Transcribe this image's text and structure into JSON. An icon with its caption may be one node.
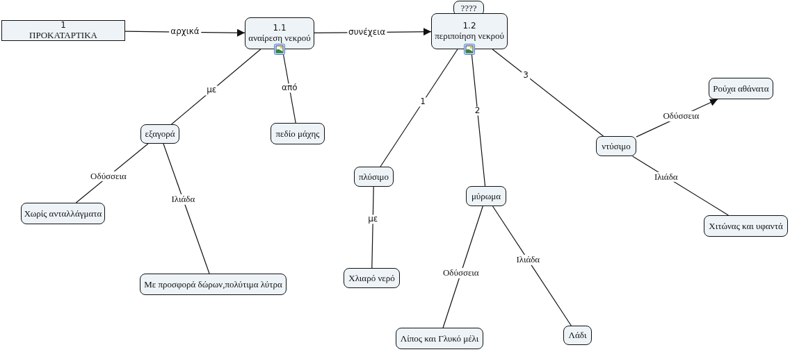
{
  "diagram": {
    "nodes": [
      {
        "text": [
          "1",
          "ΠΡΟΚΑΤΑΡΤΙΚΑ"
        ]
      },
      {
        "text": [
          "1.1",
          "αναίρεση νεκρού"
        ]
      },
      {
        "text": [
          "????"
        ]
      },
      {
        "text": [
          "1.2",
          "περιποίηση νεκρού"
        ]
      },
      {
        "text": [
          "εξαγορά"
        ]
      },
      {
        "text": [
          "πεδίο μάχης"
        ]
      },
      {
        "text": [
          "Χωρίς ανταλλάγματα"
        ]
      },
      {
        "text": [
          "Με προσφορά δώρων,πολύτιμα λύτρα"
        ]
      },
      {
        "text": [
          "πλύσιμο"
        ]
      },
      {
        "text": [
          "μύρωμα"
        ]
      },
      {
        "text": [
          "ντύσιμο"
        ]
      },
      {
        "text": [
          "Ρούχα αθάνατα"
        ]
      },
      {
        "text": [
          "Χλιαρό νερό"
        ]
      },
      {
        "text": [
          "Λίπος και Γλυκό μέλι"
        ]
      },
      {
        "text": [
          "Λάδι"
        ]
      },
      {
        "text": [
          "Χιτώνας και υφαντά"
        ]
      }
    ],
    "edges": [
      {
        "from": 0,
        "to": 1,
        "arrow": "to",
        "label": "αρχικά"
      },
      {
        "from": 1,
        "to": 3,
        "arrow": "to",
        "label": "συνέχεια"
      },
      {
        "from": 1,
        "to": 4,
        "arrow": "none",
        "label": "με"
      },
      {
        "from": 1,
        "to": 5,
        "arrow": "none",
        "label": "από"
      },
      {
        "from": 4,
        "to": 6,
        "arrow": "none",
        "label": "Οδύσσεια"
      },
      {
        "from": 4,
        "to": 7,
        "arrow": "none",
        "label": "Ιλιάδα"
      },
      {
        "from": 3,
        "to": 8,
        "arrow": "none",
        "label": "1"
      },
      {
        "from": 3,
        "to": 9,
        "arrow": "none",
        "label": "2"
      },
      {
        "from": 3,
        "to": 10,
        "arrow": "none",
        "label": "3"
      },
      {
        "from": 8,
        "to": 12,
        "arrow": "none",
        "label": "με"
      },
      {
        "from": 9,
        "to": 13,
        "arrow": "none",
        "label": "Οδύσσεια"
      },
      {
        "from": 9,
        "to": 14,
        "arrow": "none",
        "label": "Ιλιάδα"
      },
      {
        "from": 10,
        "to": 11,
        "arrow": "to",
        "label": "Οδύσσεια"
      },
      {
        "from": 10,
        "to": 15,
        "arrow": "none",
        "label": "Ιλιάδα"
      }
    ]
  }
}
